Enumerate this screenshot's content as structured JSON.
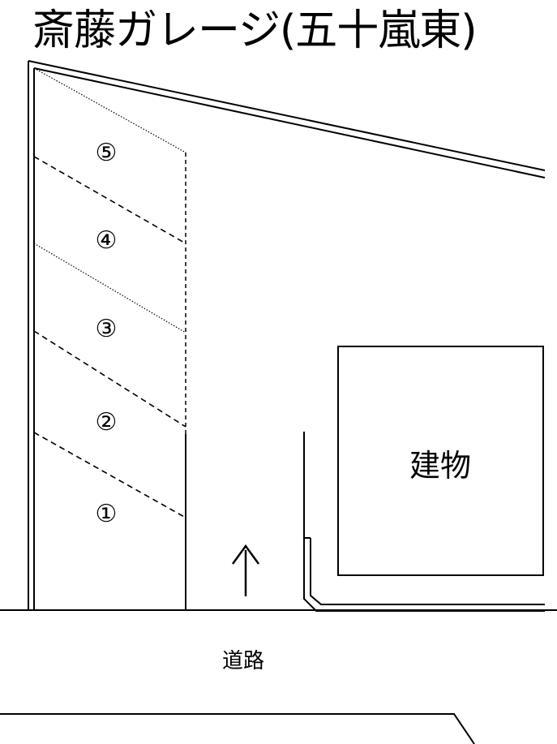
{
  "title": "斎藤ガレージ(五十嵐東)",
  "spaces": [
    {
      "id": "5",
      "label": "⑤"
    },
    {
      "id": "4",
      "label": "④"
    },
    {
      "id": "3",
      "label": "③"
    },
    {
      "id": "2",
      "label": "②"
    },
    {
      "id": "1",
      "label": "①"
    }
  ],
  "building_label": "建物",
  "road_label": "道路",
  "entrance_arrow": "↑",
  "colors": {
    "line": "#000000",
    "background": "#ffffff"
  }
}
